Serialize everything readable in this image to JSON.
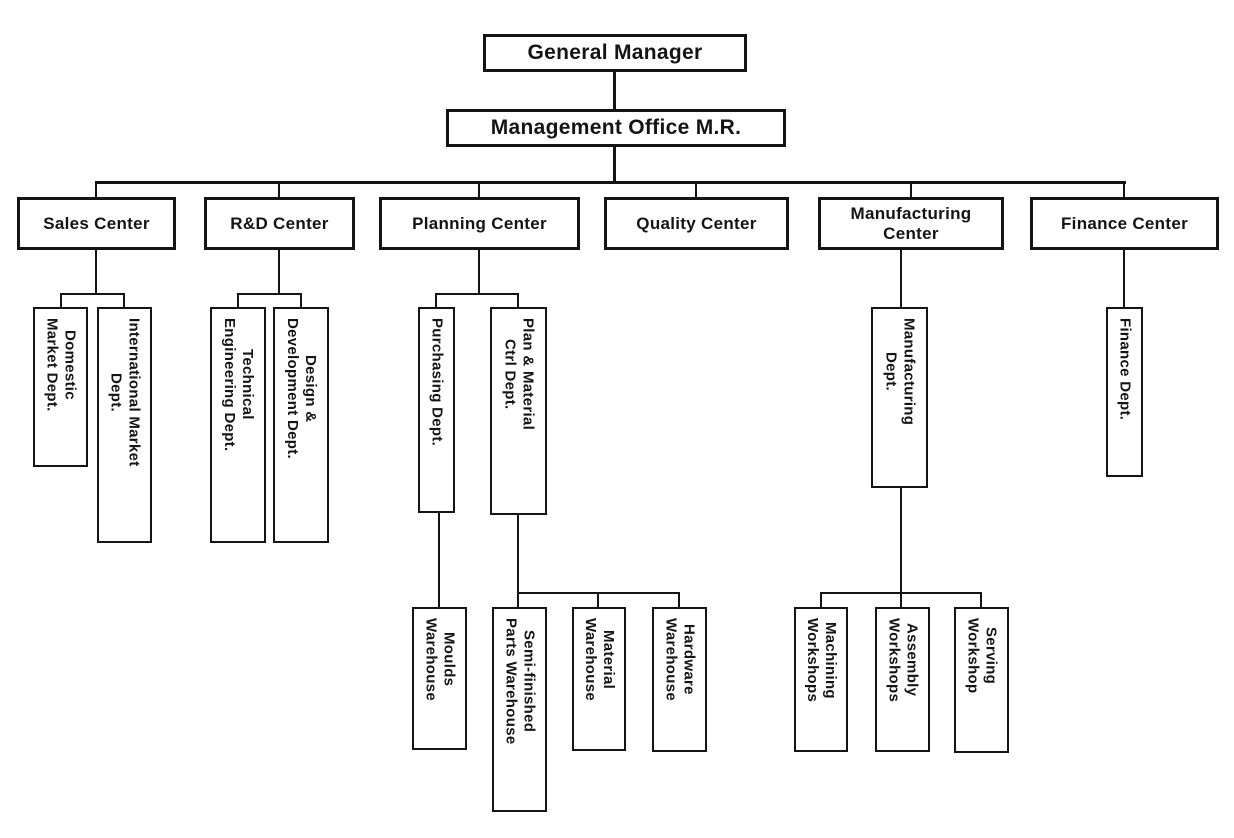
{
  "org": {
    "root": {
      "label": "General Manager"
    },
    "office": {
      "label": "Management Office M.R."
    },
    "centers": [
      {
        "label": "Sales Center",
        "depts": [
          {
            "label": "Domestic\nMarket Dept."
          },
          {
            "label": "International Market\nDept."
          }
        ]
      },
      {
        "label": "R&D Center",
        "depts": [
          {
            "label": "Technical\nEngineering Dept."
          },
          {
            "label": "Design &\nDevelopment Dept."
          }
        ]
      },
      {
        "label": "Planning Center",
        "depts": [
          {
            "label": "Purchasing Dept.",
            "subs": [
              {
                "label": "Moulds\nWarehouse"
              }
            ]
          },
          {
            "label": "Plan & Material\nCtrl Dept.",
            "subs": [
              {
                "label": "Semi-finished\nParts Warehouse"
              },
              {
                "label": "Material\nWarehouse"
              },
              {
                "label": "Hardware\nWarehouse"
              }
            ]
          }
        ]
      },
      {
        "label": "Quality Center",
        "depts": []
      },
      {
        "label": "Manufacturing\nCenter",
        "depts": [
          {
            "label": "Manufacturing\nDept.",
            "subs": [
              {
                "label": "Machining\nWorkshops"
              },
              {
                "label": "Assembly\nWorkshops"
              },
              {
                "label": "Serving\nWorkshop"
              }
            ]
          }
        ]
      },
      {
        "label": "Finance Center",
        "depts": [
          {
            "label": "Finance Dept."
          }
        ]
      }
    ],
    "colors": {
      "line": "#141414",
      "border": "#141414",
      "text": "#141414",
      "background": "#ffffff"
    }
  }
}
